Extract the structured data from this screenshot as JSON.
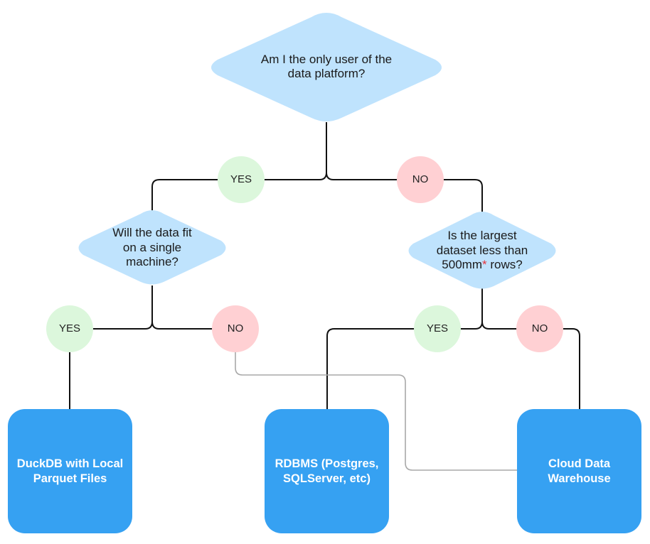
{
  "colors": {
    "diamond": "#bfe3fd",
    "yes_fill": "#dcf7dc",
    "no_fill": "#ffd0d3",
    "box": "#36a1f2",
    "line": "#111111",
    "grey_line": "#a8a8a8",
    "star": "#e8343a"
  },
  "q1": {
    "line1": "Am I the only user of the",
    "line2": "data platform?"
  },
  "q2": {
    "line1": "Will the data fit",
    "line2": "on a single",
    "line3": "machine?"
  },
  "q3": {
    "line1": "Is the largest",
    "line2": "dataset less than",
    "line3_a": "500mm",
    "line3_star": "*",
    "line3_b": " rows?"
  },
  "circles": {
    "yes_top": "YES",
    "no_top": "NO",
    "yes_left": "YES",
    "no_left": "NO",
    "yes_right": "YES",
    "no_right": "NO"
  },
  "boxes": {
    "duckdb": {
      "line1": "DuckDB with Local",
      "line2": "Parquet Files"
    },
    "rdbms": {
      "line1": "RDBMS (Postgres,",
      "line2": "SQLServer, etc)"
    },
    "cloud": {
      "line1": "Cloud Data",
      "line2": "Warehouse"
    }
  }
}
